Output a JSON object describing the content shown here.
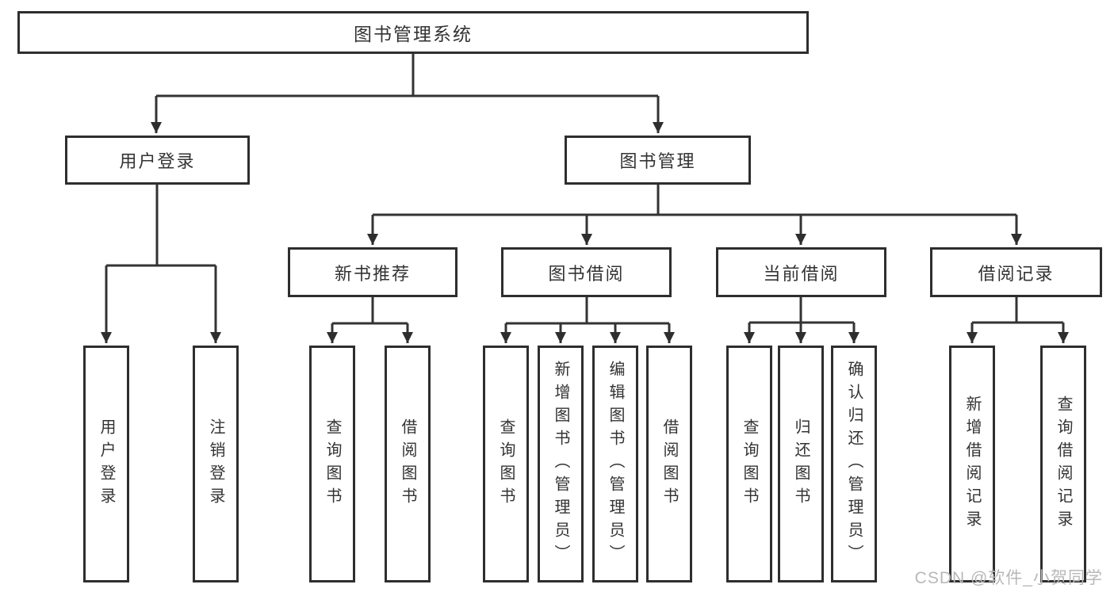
{
  "diagram": {
    "root": {
      "label": "图书管理系统"
    },
    "level2": [
      {
        "label": "用户登录",
        "children": [
          {
            "label": "用户登录"
          },
          {
            "label": "注销登录"
          }
        ]
      },
      {
        "label": "图书管理",
        "children": [
          {
            "label": "新书推荐",
            "children": [
              {
                "label": "查询图书"
              },
              {
                "label": "借阅图书"
              }
            ]
          },
          {
            "label": "图书借阅",
            "children": [
              {
                "label": "查询图书"
              },
              {
                "label": "新增图书（管理员）"
              },
              {
                "label": "编辑图书（管理员）"
              },
              {
                "label": "借阅图书"
              }
            ]
          },
          {
            "label": "当前借阅",
            "children": [
              {
                "label": "查询图书"
              },
              {
                "label": "归还图书"
              },
              {
                "label": "确认归还（管理员）"
              }
            ]
          },
          {
            "label": "借阅记录",
            "children": [
              {
                "label": "新增借阅记录"
              },
              {
                "label": "查询借阅记录"
              }
            ]
          }
        ]
      }
    ]
  },
  "watermark": {
    "text": "CSDN @软件_小贺同学"
  },
  "colors": {
    "line": "#333333",
    "box_border": "#2e2e2e",
    "text": "#333333",
    "watermark": "#b8b8b8",
    "background": "#ffffff"
  }
}
